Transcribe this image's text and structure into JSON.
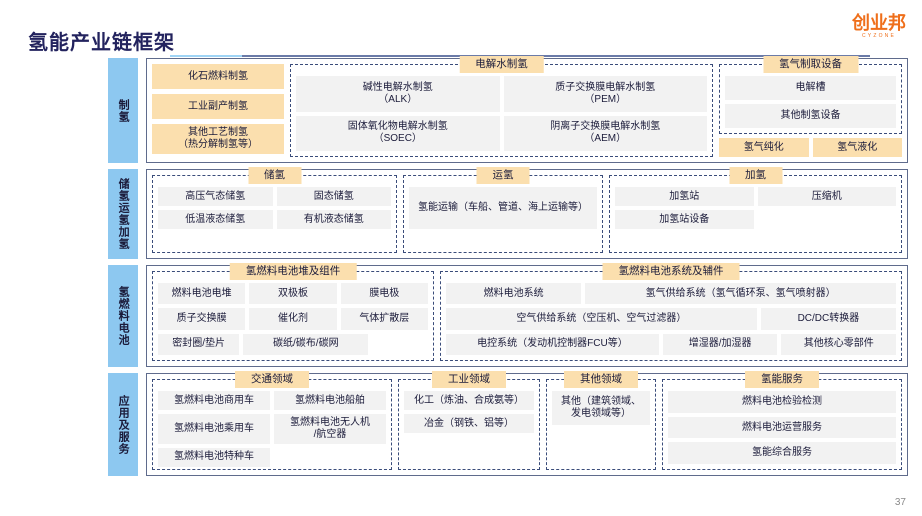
{
  "header": {
    "title": "氢能产业链框架",
    "logo_main": "创业邦",
    "logo_sub": "CYZONE"
  },
  "page_number": "37",
  "colors": {
    "stage_label_bg": "#8dc8f0",
    "group_title_bg": "#fbdfae",
    "item_bg": "#f2f2f2",
    "frame_border": "#5f6b8c",
    "dashed_border": "#3a4c7a",
    "title_text": "#23235e",
    "logo": "#ef6f1b"
  },
  "chart_data": {
    "type": "diagram",
    "title": "氢能产业链框架",
    "stages": [
      {
        "label": "制氢",
        "direct_items": [
          "化石燃料制氢",
          "工业副产制氢",
          "其他工艺制氢\n（热分解制氢等）"
        ],
        "groups": [
          {
            "title": "电解水制氢",
            "rows": [
              [
                "碱性电解水制氢\n（ALK）",
                "质子交换膜电解水制氢\n（PEM）"
              ],
              [
                "固体氧化物电解水制氢\n（SOEC）",
                "阴离子交换膜电解水制氢\n（AEM）"
              ]
            ]
          },
          {
            "title": "氢气制取设备",
            "rows": [
              [
                "电解槽"
              ],
              [
                "其他制氢设备"
              ]
            ]
          }
        ],
        "trailing_items": [
          "氢气纯化",
          "氢气液化"
        ]
      },
      {
        "label": "储氢运氢加氢",
        "groups": [
          {
            "title": "储氢",
            "rows": [
              [
                "高压气态储氢",
                "固态储氢"
              ],
              [
                "低温液态储氢",
                "有机液态储氢"
              ]
            ]
          },
          {
            "title": "运氢",
            "rows": [
              [
                "氢能运输（车船、管道、海上运输等）"
              ]
            ]
          },
          {
            "title": "加氢",
            "rows": [
              [
                "加氢站",
                "压缩机"
              ],
              [
                "加氢站设备",
                ""
              ]
            ]
          }
        ]
      },
      {
        "label": "氢燃料电池",
        "groups": [
          {
            "title": "氢燃料电池堆及组件",
            "rows": [
              [
                "燃料电池电堆",
                "双极板",
                "膜电极"
              ],
              [
                "质子交换膜",
                "催化剂",
                "气体扩散层"
              ],
              [
                "密封圈/垫片",
                "碳纸/碳布/碳网",
                ""
              ]
            ]
          },
          {
            "title": "氢燃料电池系统及辅件",
            "rows": [
              [
                "燃料电池系统",
                "氢气供给系统（氢气循环泵、氢气喷射器）"
              ],
              [
                "空气供给系统（空压机、空气过滤器）",
                "DC/DC转换器"
              ],
              [
                "电控系统（发动机控制器FCU等）",
                "增湿器/加湿器",
                "其他核心零部件"
              ]
            ]
          }
        ]
      },
      {
        "label": "应用及服务",
        "groups": [
          {
            "title": "交通领域",
            "rows": [
              [
                "氢燃料电池商用车",
                "氢燃料电池船舶"
              ],
              [
                "氢燃料电池乘用车",
                "氢燃料电池无人机\n/航空器"
              ],
              [
                "氢燃料电池特种车",
                ""
              ]
            ]
          },
          {
            "title": "工业领域",
            "rows": [
              [
                "化工（炼油、合成氨等）"
              ],
              [
                "冶金（钢铁、铝等）"
              ]
            ]
          },
          {
            "title": "其他领域",
            "rows": [
              [
                "其他（建筑领域、\n发电领域等）"
              ]
            ]
          },
          {
            "title": "氢能服务",
            "rows": [
              [
                "燃料电池检验检测"
              ],
              [
                "燃料电池运营服务"
              ],
              [
                "氢能综合服务"
              ]
            ]
          }
        ]
      }
    ]
  }
}
